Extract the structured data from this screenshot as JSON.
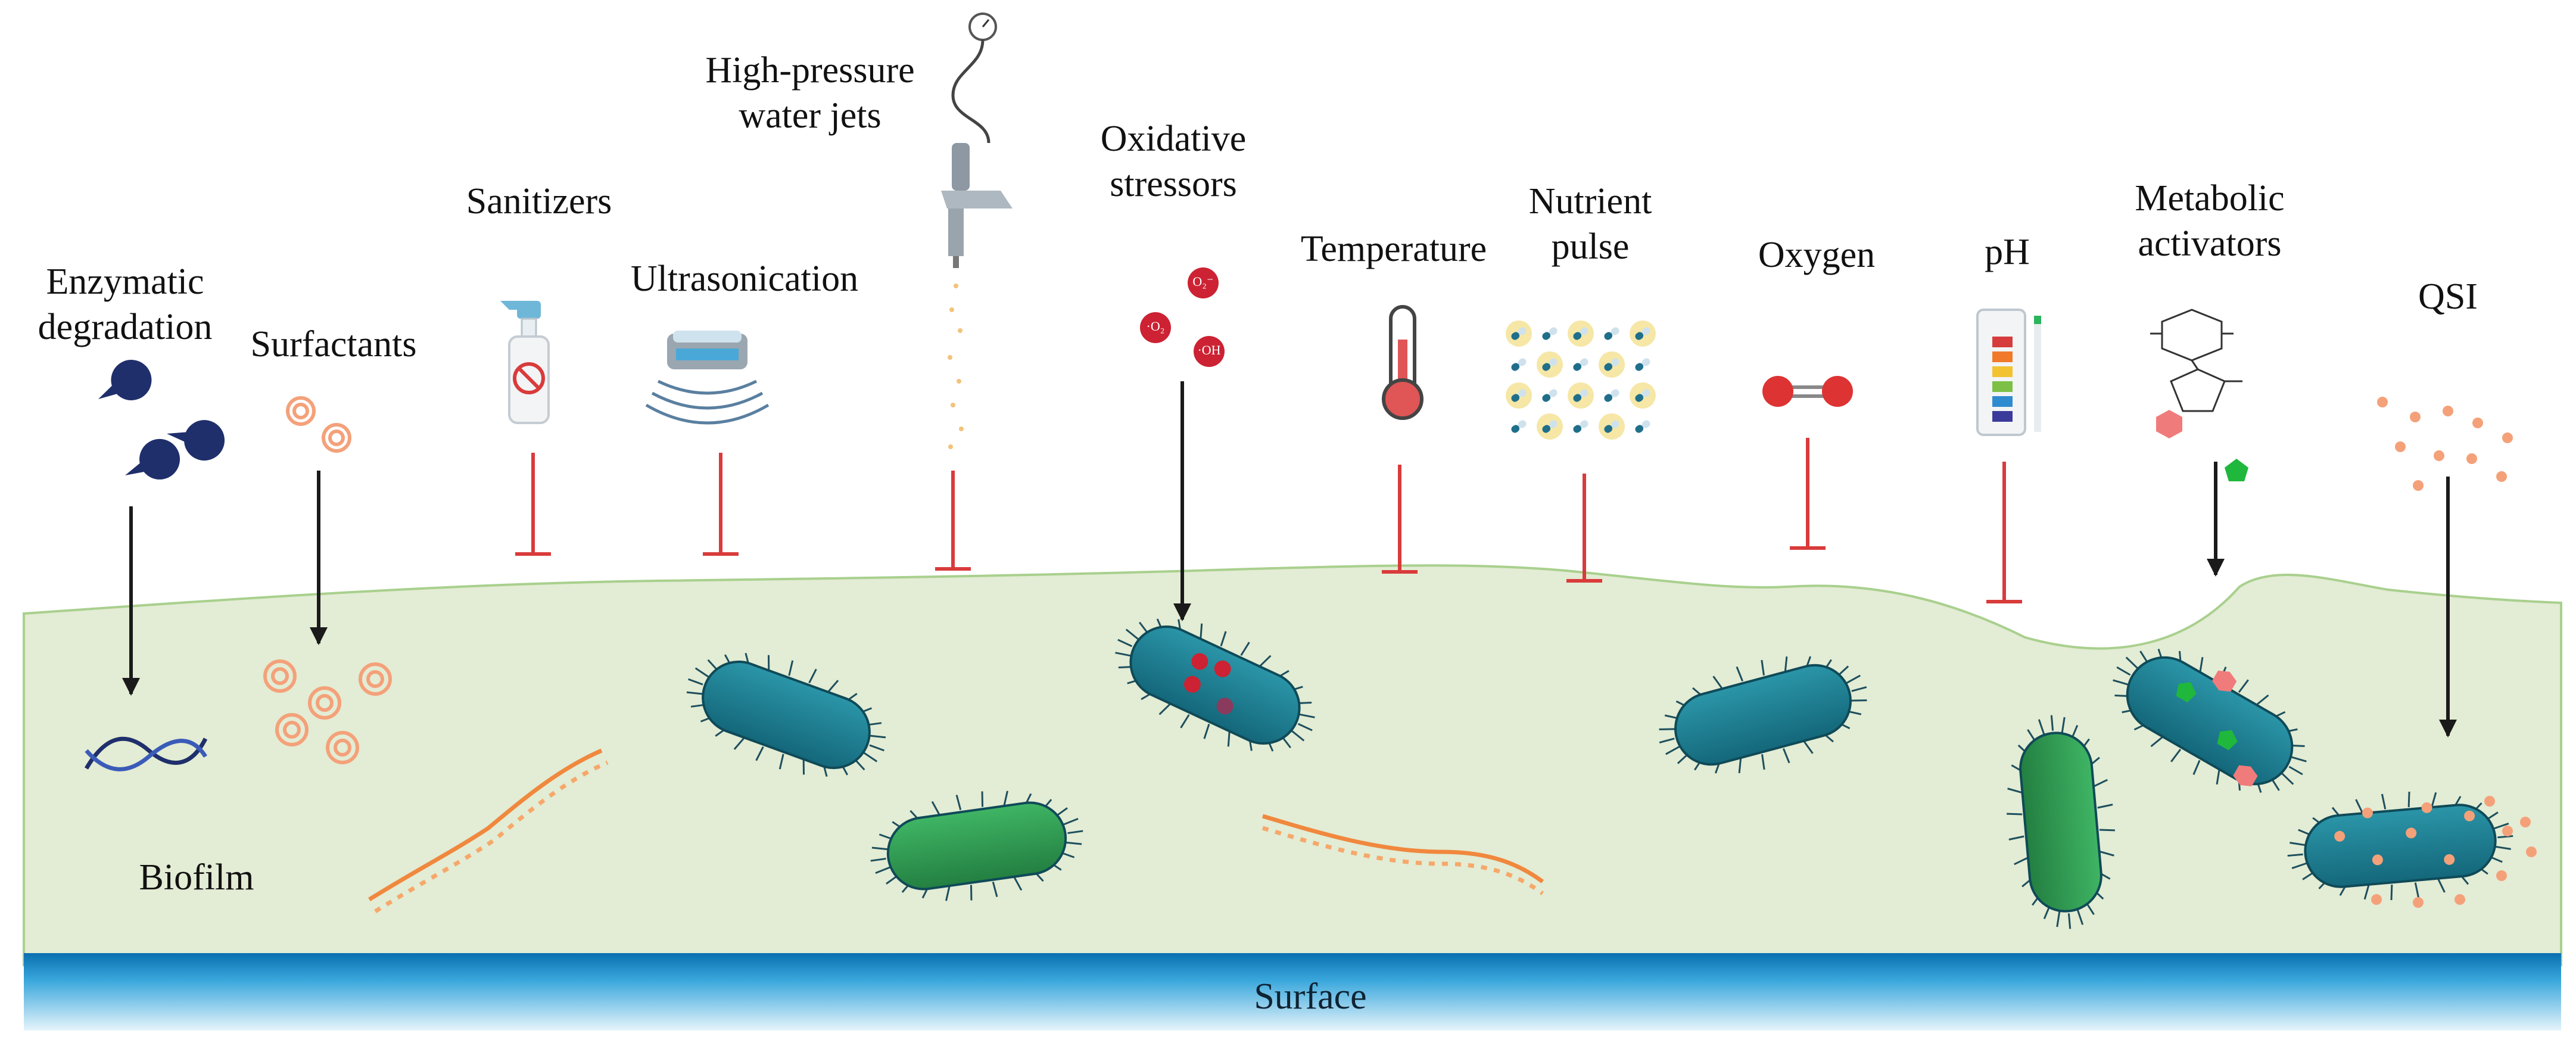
{
  "labels": {
    "enzymatic": [
      "Enzymatic",
      "degradation"
    ],
    "surfactants": "Surfactants",
    "sanitizers": "Sanitizers",
    "ultrasonication": "Ultrasonication",
    "water_jets": [
      "High-pressure",
      "water jets"
    ],
    "oxidative": [
      "Oxidative",
      "stressors"
    ],
    "temperature": "Temperature",
    "nutrient": [
      "Nutrient",
      "pulse"
    ],
    "oxygen": "Oxygen",
    "ph": "pH",
    "metabolic": [
      "Metabolic",
      "activators"
    ],
    "qsi": "QSI",
    "biofilm": "Biofilm",
    "surface": "Surface"
  },
  "ros_labels": [
    "·O₂",
    "O₂⁻",
    "·OH"
  ],
  "colors": {
    "biofilm_fill": "#e3ecd4",
    "biofilm_edge": "#a9d08e",
    "surface_top": "#0a6fb0",
    "surface_bottom": "#d9eef8",
    "arrow_black": "#1a1a1a",
    "inhibit_red": "#d93b3b",
    "bacteria_teal": "#1f7f93",
    "bacteria_green": "#2e9e52",
    "enzyme_navy": "#1f2f6b",
    "particle_orange": "#f4a17a",
    "ros_red": "#cc2233"
  },
  "icons": {
    "enzymatic": "pacman-enzyme-icon",
    "surfactants": "micelle-rings-icon",
    "sanitizers": "spray-bottle-icon",
    "ultrasonication": "ultrasonic-bath-icon",
    "water_jets": "spray-gun-icon",
    "oxidative": "ros-molecules-icon",
    "temperature": "thermometer-icon",
    "nutrient": "capsule-grid-icon",
    "oxygen": "oxygen-molecule-icon",
    "ph": "ph-strip-icon",
    "metabolic": "sugar-structure-icon",
    "qsi": "qs-inhibitor-dots-icon"
  }
}
